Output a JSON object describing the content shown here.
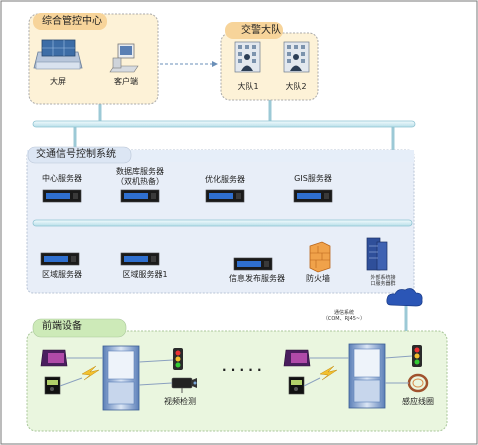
{
  "panels": {
    "command_center": "综合管控中心",
    "traffic_police": "交警大队",
    "signal_system": "交通信号控制系统",
    "frontend": "前端设备"
  },
  "command_center": {
    "screen": "大屏",
    "client": "客户端"
  },
  "traffic_police": {
    "team1": "大队1",
    "team2": "大队2"
  },
  "servers": {
    "center": "中心服务器",
    "database_line1": "数据库服务器",
    "database_line2": "（双机热备）",
    "optimize": "优化服务器",
    "gis": "GIS服务器",
    "region": "区域服务器",
    "region1": "区域服务器1",
    "info_release": "信息发布服务器",
    "firewall": "防火墙",
    "external_line1": "外部系统接",
    "external_line2": "口服务器群"
  },
  "network": {
    "line1": "通信系统",
    "line2": "（COM、RJ45~）"
  },
  "frontend": {
    "video_detect": "视频检测",
    "ellipsis": "· · · · ·",
    "loop_detect": "感应线圈"
  },
  "colors": {
    "yellow_panel": "#fdf2d7",
    "blue_panel": "#e8eef8",
    "green_panel": "#eaf6df",
    "bus": "#d6eef4",
    "title_bar": "#e6eef9"
  }
}
